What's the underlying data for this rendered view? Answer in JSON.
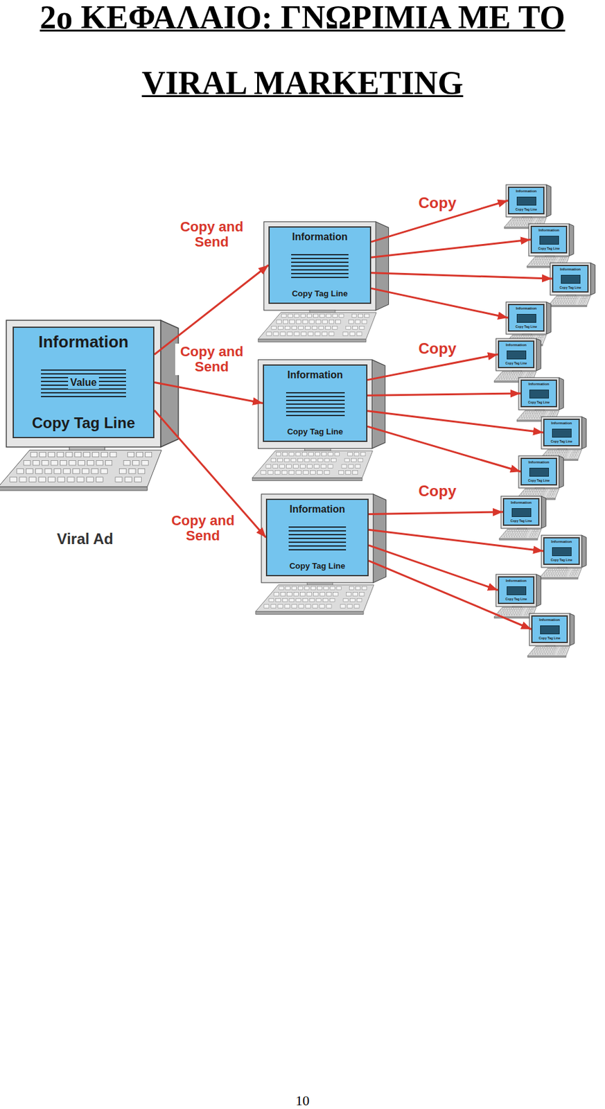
{
  "diagram": {
    "title": "2ο ΚΕΦΑΛΑΙΟ: ΓΝΩΡΙΜΙΑ ΜΕ ΤΟ VIRAL MARKETING",
    "nodes": [
      {
        "text": [
          "Information",
          "Value",
          "Copy Tag Line"
        ]
      },
      {
        "text": [
          "Information",
          "Copy Tag Line"
        ]
      },
      {
        "text": [
          "Information",
          "Copy Tag Line"
        ]
      },
      {
        "text": [
          "Information",
          "Copy Tag Line"
        ]
      },
      {
        "text": [
          "Information",
          "Copy Tag Line"
        ]
      },
      {
        "text": [
          "Information",
          "Copy Tag Line"
        ]
      },
      {
        "text": [
          "Information",
          "Copy Tag Line"
        ]
      },
      {
        "text": [
          "Information",
          "Copy Tag Line"
        ]
      },
      {
        "text": [
          "Information",
          "Copy Tag Line"
        ]
      },
      {
        "text": [
          "Information",
          "Copy Tag Line"
        ]
      },
      {
        "text": [
          "Information",
          "Copy Tag Line"
        ]
      },
      {
        "text": [
          "Information",
          "Copy Tag Line"
        ]
      },
      {
        "text": [
          "Information",
          "Copy Tag Line"
        ]
      },
      {
        "text": [
          "Information",
          "Copy Tag Line"
        ]
      },
      {
        "text": [
          "Information",
          "Copy Tag Line"
        ]
      },
      {
        "text": [
          "Information",
          "Copy Tag Line"
        ]
      }
    ],
    "edges": [
      {
        "from": 0,
        "to": 1,
        "label": "Copy and Send",
        "arrow": "to"
      },
      {
        "from": 0,
        "to": 2,
        "label": "Copy and Send",
        "arrow": "to"
      },
      {
        "from": 0,
        "to": 3,
        "label": "Copy and Send",
        "arrow": "to"
      },
      {
        "from": 1,
        "to": 4,
        "label": "Copy",
        "arrow": "to"
      },
      {
        "from": 1,
        "to": 5,
        "arrow": "to"
      },
      {
        "from": 1,
        "to": 6,
        "arrow": "to"
      },
      {
        "from": 1,
        "to": 7,
        "arrow": "to"
      },
      {
        "from": 2,
        "to": 8,
        "label": "Copy",
        "arrow": "to"
      },
      {
        "from": 2,
        "to": 9,
        "arrow": "to"
      },
      {
        "from": 2,
        "to": 10,
        "arrow": "to"
      },
      {
        "from": 2,
        "to": 11,
        "arrow": "to"
      },
      {
        "from": 3,
        "to": 12,
        "label": "Copy",
        "arrow": "to"
      },
      {
        "from": 3,
        "to": 13,
        "arrow": "to"
      },
      {
        "from": 3,
        "to": 14,
        "arrow": "to"
      },
      {
        "from": 3,
        "to": 15,
        "arrow": "to"
      }
    ],
    "labels": [
      "Viral Ad",
      "10"
    ]
  }
}
